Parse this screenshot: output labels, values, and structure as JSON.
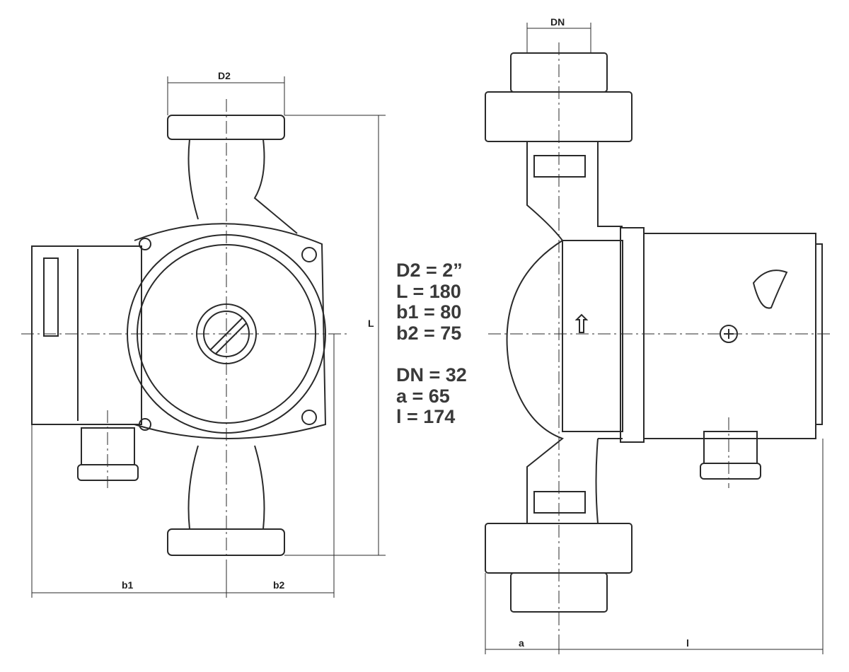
{
  "dimension_labels": {
    "D2": "D2",
    "L": "L",
    "b1": "b1",
    "b2": "b2",
    "DN": "DN",
    "a": "a",
    "l": "l"
  },
  "specs": {
    "front": [
      "D2 = 2”",
      "L = 180",
      "b1 = 80",
      "b2 = 75"
    ],
    "side": [
      "DN = 32",
      "a = 65",
      "l = 174"
    ]
  },
  "colors": {
    "line": "#2a2a2a",
    "text": "#3a3a3a"
  }
}
